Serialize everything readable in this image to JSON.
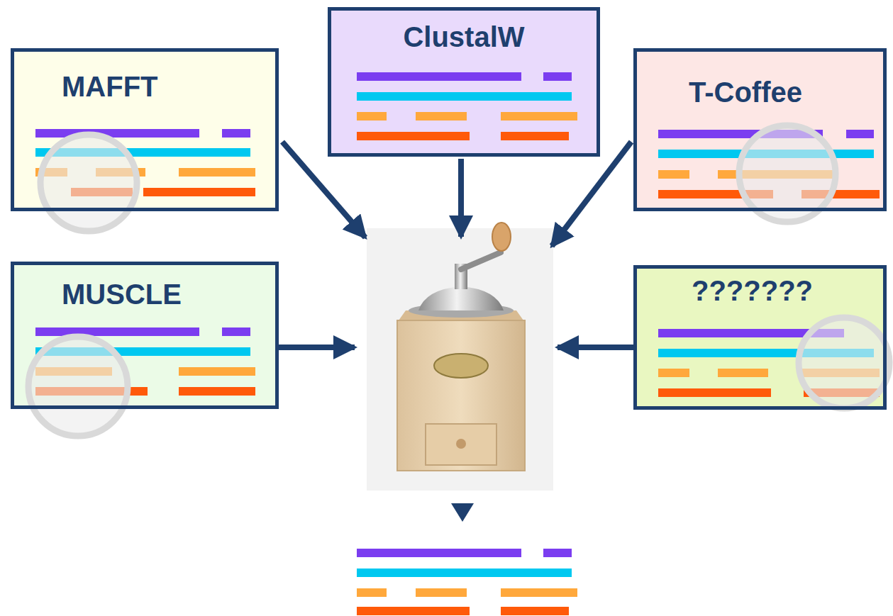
{
  "diagram": {
    "nodes": [
      {
        "text": [
          "MAFFT"
        ]
      },
      {
        "text": [
          "ClustalW"
        ]
      },
      {
        "text": [
          "T-Coffee"
        ]
      },
      {
        "text": [
          "MUSCLE"
        ]
      },
      {
        "text": [
          "???????"
        ]
      }
    ]
  }
}
